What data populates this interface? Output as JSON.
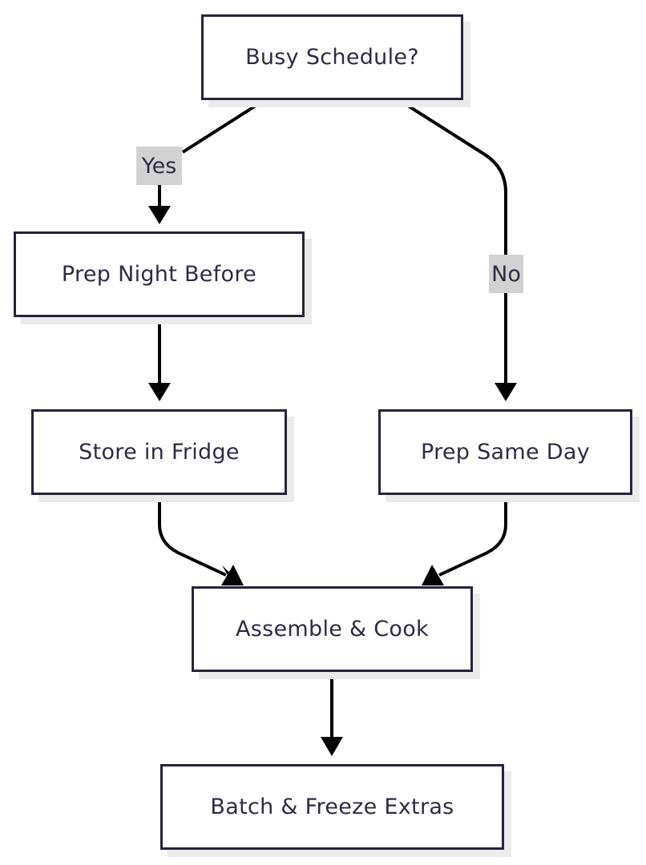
{
  "nodes": {
    "busy_schedule": "Busy Schedule?",
    "prep_night_before": "Prep Night Before",
    "store_in_fridge": "Store in Fridge",
    "prep_same_day": "Prep Same Day",
    "assemble_cook": "Assemble & Cook",
    "batch_freeze": "Batch & Freeze Extras"
  },
  "edge_labels": {
    "yes": "Yes",
    "no": "No"
  },
  "colors": {
    "stroke": "#26243a",
    "text": "#2e2c44",
    "label_background": "#d2d2d2",
    "shadow": "#ebebeb"
  }
}
